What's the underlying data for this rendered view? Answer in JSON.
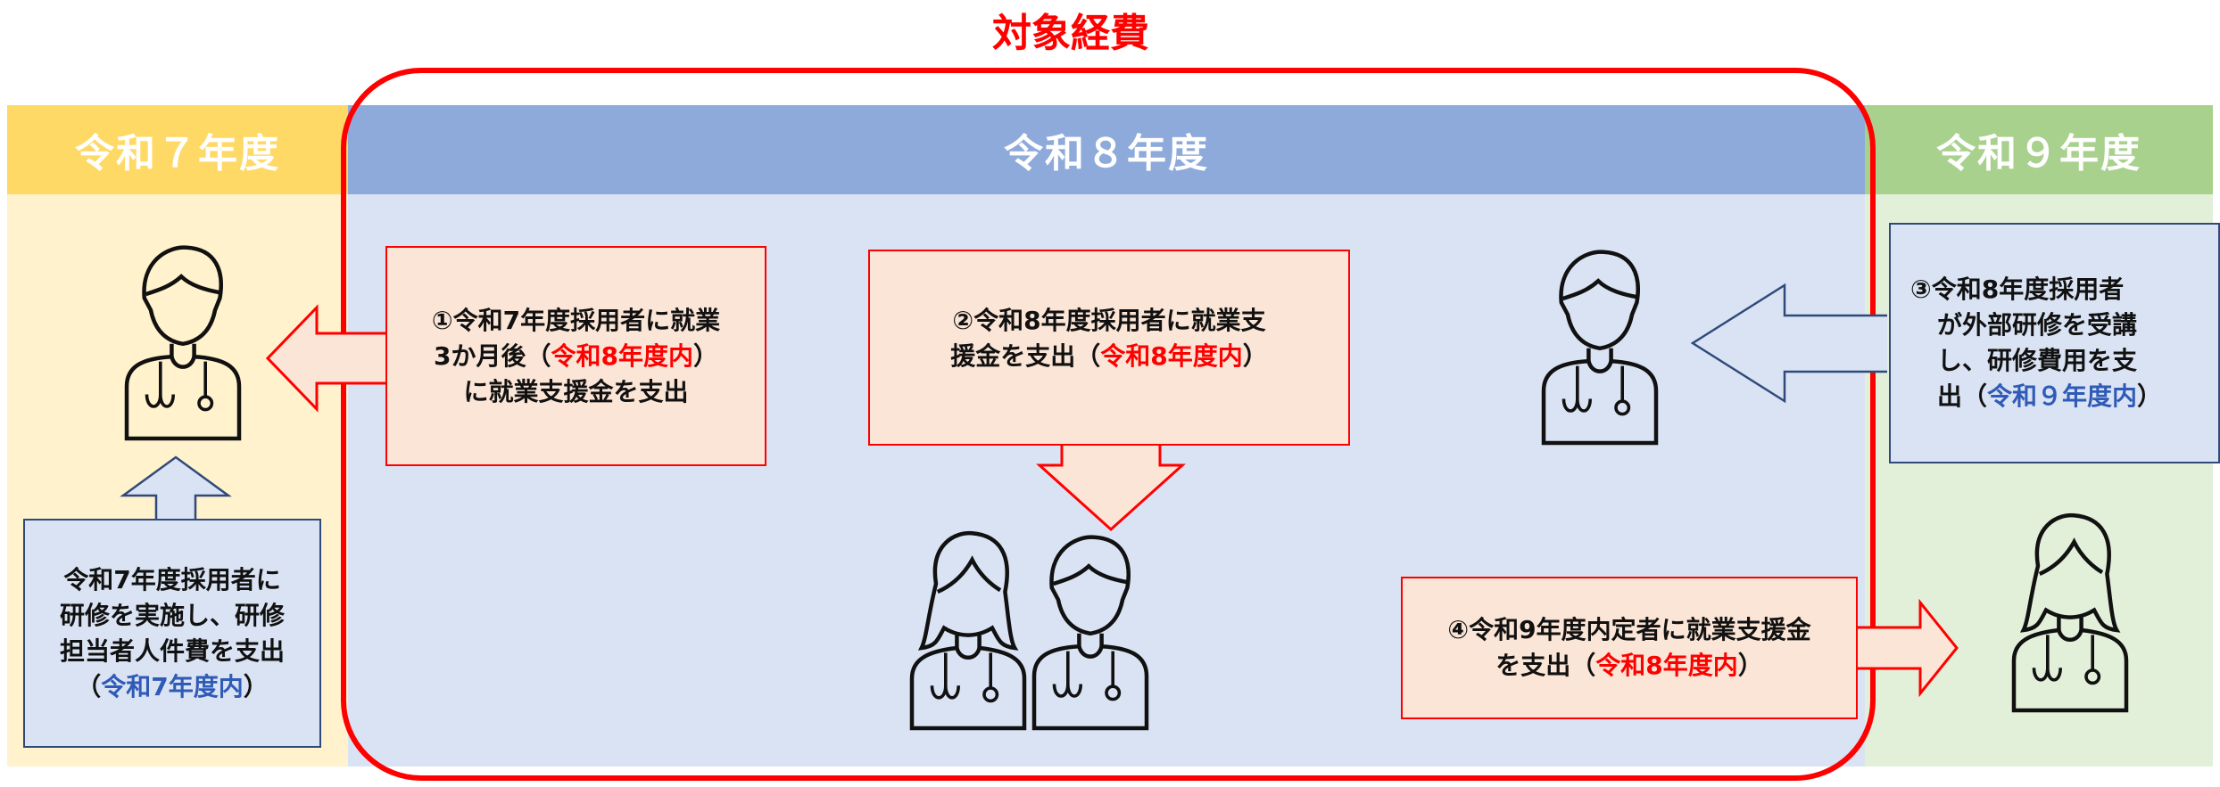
{
  "title": "対象経費",
  "columns": {
    "r7": "令和７年度",
    "r8": "令和８年度",
    "r9": "令和９年度"
  },
  "boxes": {
    "box1": {
      "line1": "①令和7年度採用者に就業",
      "line2": "3か月後（",
      "line2_hl": "令和8年度内",
      "line2_end": "）",
      "line3": "に就業支援金を支出"
    },
    "box2": {
      "line1": "②令和8年度採用者に就業支",
      "line2": "援金を支出（",
      "line2_hl": "令和8年度内",
      "line2_end": "）"
    },
    "box3": {
      "line1": "③令和8年度採用者",
      "line2": "が外部研修を受講",
      "line3": "し、研修費用を支",
      "line4": "出（",
      "line4_hl": "令和９年度内",
      "line4_end": "）"
    },
    "box4": {
      "line1": "④令和9年度内定者に就業支援金",
      "line2": "を支出（",
      "line2_hl": "令和8年度内",
      "line2_end": "）"
    },
    "box5": {
      "line1": "令和7年度採用者に",
      "line2": "研修を実施し、研修",
      "line3": "担当者人件費を支出",
      "line4": "（",
      "line4_hl": "令和7年度内",
      "line4_end": "）"
    }
  },
  "colors": {
    "r7_header": "#ffd966",
    "r7_body": "#fff2cc",
    "r8_header": "#8eaadb",
    "r8_body": "#dae3f3",
    "r9_header": "#a9d18e",
    "r9_body": "#e2f0d9",
    "highlight_red": "#ff0000",
    "highlight_blue": "#2f5bb7"
  },
  "icons": [
    "doctor-icon",
    "doctor-icon",
    "female-doctor-icon",
    "doctor-icon",
    "female-doctor-icon"
  ]
}
